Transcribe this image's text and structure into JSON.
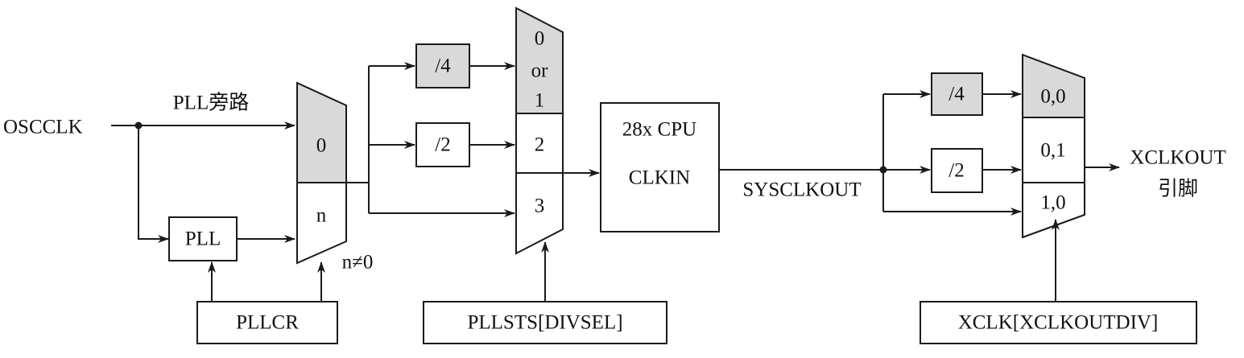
{
  "colors": {
    "line": "#1a1a1a",
    "shade": "#d9d9d9",
    "background": "#ffffff"
  },
  "labels": {
    "osc": "OSCCLK",
    "bypass": "PLL旁路",
    "pll": "PLL",
    "pllcr": "PLLCR",
    "mux1_top": "0",
    "mux1_bottom": "n",
    "ncond": "n≠0",
    "div4a": "/4",
    "div2a": "/2",
    "mux2_top": [
      "0",
      "or",
      "1"
    ],
    "mux2_mid": "2",
    "mux2_bottom": "3",
    "pllsts": "PLLSTS[DIVSEL]",
    "cpu_title": "28x CPU",
    "cpu_clkin": "CLKIN",
    "sysclkout": "SYSCLKOUT",
    "div4b": "/4",
    "div2b": "/2",
    "mux3_top": "0,0",
    "mux3_mid": "0,1",
    "mux3_bottom": "1,0",
    "xclk": "XCLK[XCLKOUTDIV]",
    "xclkout": "XCLKOUT",
    "pin": "引脚"
  }
}
